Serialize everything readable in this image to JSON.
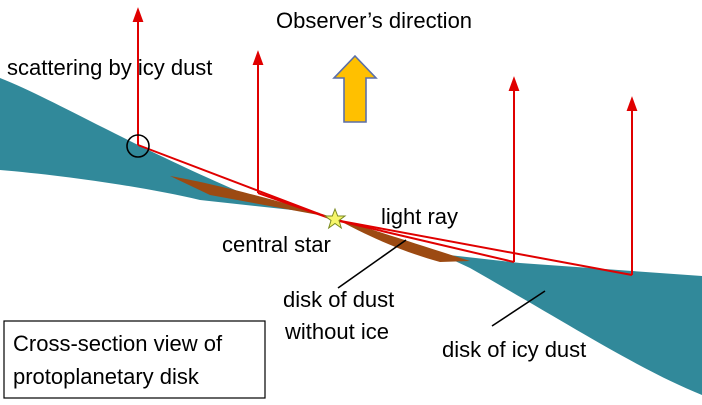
{
  "labels": {
    "observer": "Observer’s direction",
    "scattering": "scattering by icy dust",
    "light_ray": "light ray",
    "central_star": "central star",
    "dust_no_ice_1": "disk of dust",
    "dust_no_ice_2": "without ice",
    "icy_dust": "disk of icy dust"
  },
  "caption": {
    "line1": "Cross-section view of",
    "line2": "protoplanetary disk"
  },
  "colors": {
    "icy_disk": "#31899a",
    "dust_disk": "#9c4a12",
    "light_ray": "#e00000",
    "observer_arrow_fill": "#ffc000",
    "observer_arrow_stroke": "#5b6fa8",
    "star_fill": "#f6f66a",
    "star_stroke": "#7a8a20"
  }
}
